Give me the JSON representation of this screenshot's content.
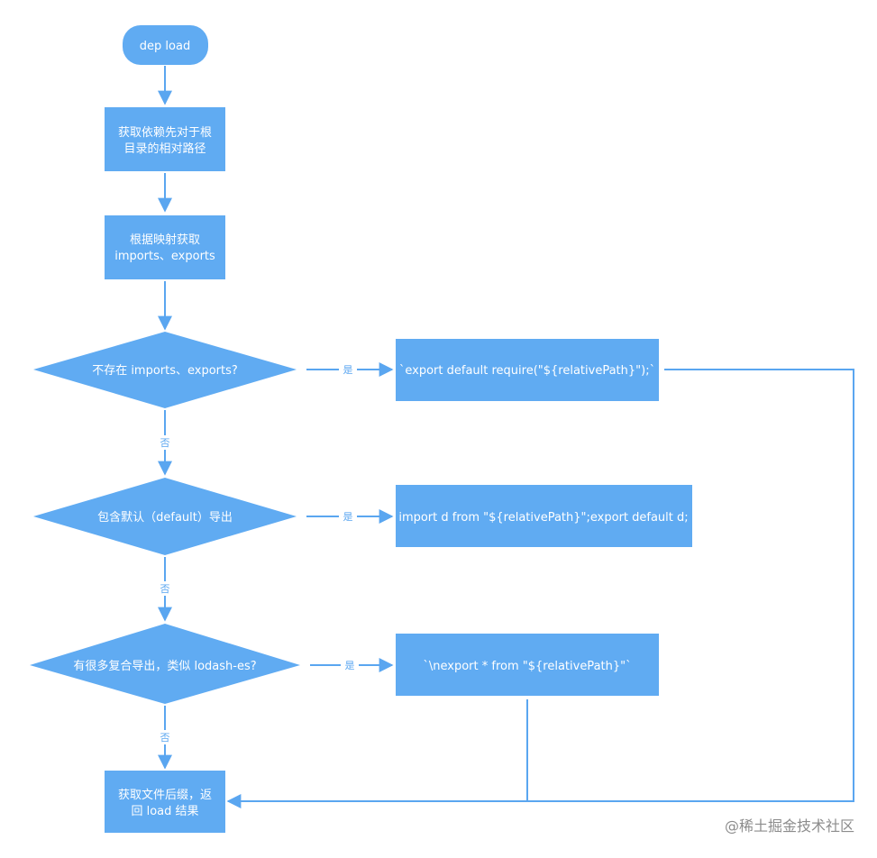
{
  "nodes": {
    "start": {
      "label": "dep load"
    },
    "get_relative_path": {
      "lines": [
        "获取依赖先对于根",
        "目录的相对路径"
      ]
    },
    "get_imports_exports": {
      "lines": [
        "根据映射获取",
        "imports、exports"
      ]
    },
    "decision_no_imports": {
      "label": "不存在 imports、exports?"
    },
    "decision_has_default": {
      "label": "包含默认（default）导出"
    },
    "decision_many_exports": {
      "label": "有很多复合导出，类似 lodash-es?"
    },
    "result_require": {
      "label": "`export default require(\"${relativePath}\");`"
    },
    "result_import_default": {
      "label": "import d from \"${relativePath}\";export default d;"
    },
    "result_export_all": {
      "label": "`\\nexport * from \"${relativePath}\"`"
    },
    "final_return": {
      "lines": [
        "获取文件后缀，返",
        "回 load 结果"
      ]
    }
  },
  "edge_labels": {
    "yes": "是",
    "no": "否"
  },
  "watermark": "@稀土掘金技术社区",
  "colors": {
    "node_fill": "#60abf2",
    "edge_stroke": "#5aa6f0",
    "label_text": "#5aa6f0"
  }
}
